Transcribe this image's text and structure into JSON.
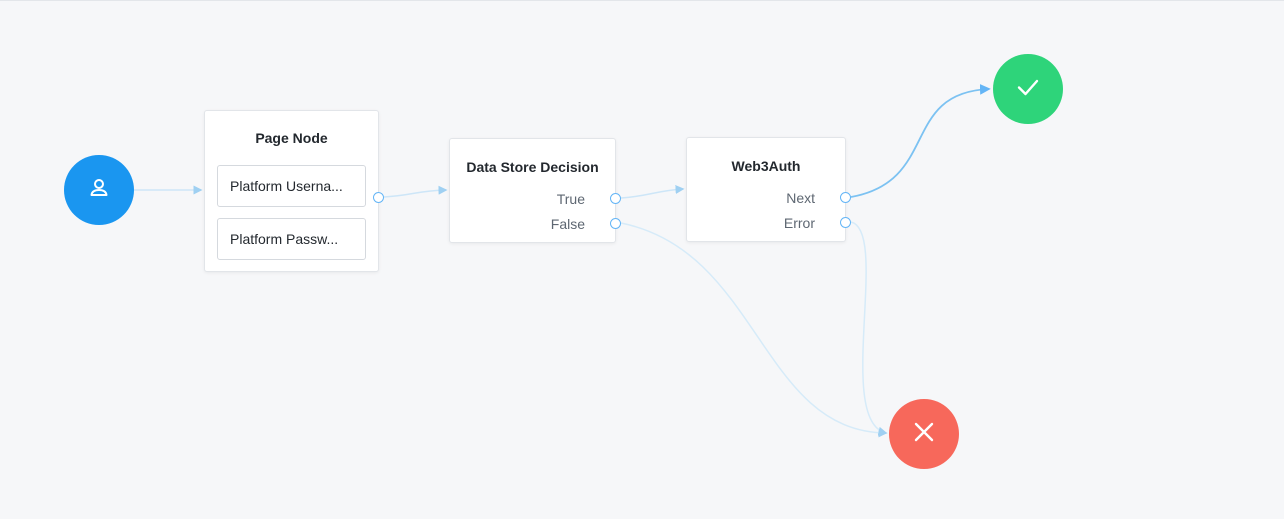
{
  "colors": {
    "start": "#1a96f0",
    "success": "#2ed47a",
    "failure": "#f7685b",
    "wire": "#bfe0f7",
    "port": "#64b5f6"
  },
  "start_node": {
    "icon": "user-icon"
  },
  "page_node": {
    "title": "Page Node",
    "callbacks": [
      "Platform Userna...",
      "Platform Passw..."
    ]
  },
  "data_store_node": {
    "title": "Data Store Decision",
    "outcomes": [
      "True",
      "False"
    ]
  },
  "web3auth_node": {
    "title": "Web3Auth",
    "outcomes": [
      "Next",
      "Error"
    ]
  },
  "success_node": {
    "icon": "checkmark-icon"
  },
  "failure_node": {
    "icon": "close-icon"
  }
}
